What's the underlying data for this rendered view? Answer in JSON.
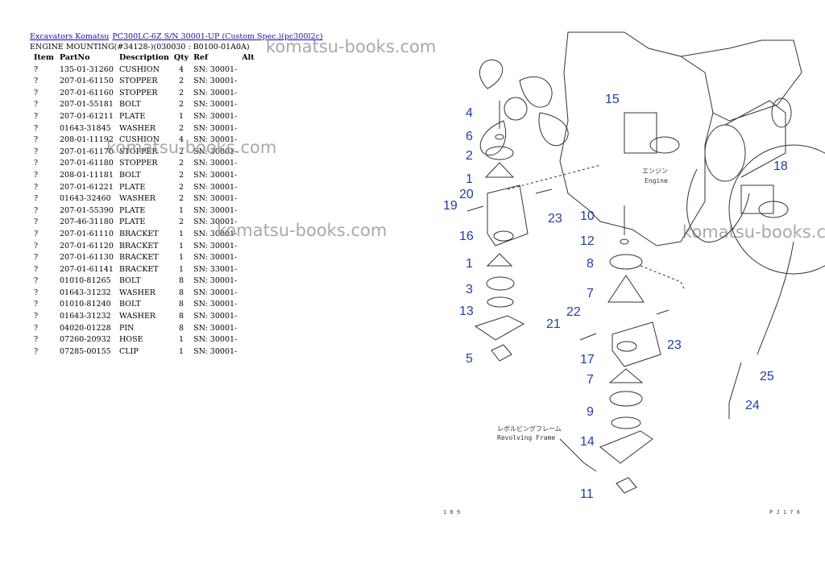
{
  "breadcrumb": {
    "links": [
      "Excavators Komatsu",
      "PC300LC-6Z S/N 30001-UP (Custom Spec.)(pc300l2c)"
    ]
  },
  "section_title": "ENGINE MOUNTING(#34128-)(030030 : B0100-01A0A)",
  "table": {
    "headers": [
      "Item",
      "PartNo",
      "Description",
      "Qty",
      "Ref",
      "Alt"
    ],
    "rows": [
      [
        "?",
        "135-01-31260",
        "CUSHION",
        "4",
        "SN: 30001-",
        ""
      ],
      [
        "?",
        "207-01-61150",
        "STOPPER",
        "2",
        "SN: 30001-",
        ""
      ],
      [
        "?",
        "207-01-61160",
        "STOPPER",
        "2",
        "SN: 30001-",
        ""
      ],
      [
        "?",
        "207-01-55181",
        "BOLT",
        "2",
        "SN: 30001-",
        ""
      ],
      [
        "?",
        "207-01-61211",
        "PLATE",
        "1",
        "SN: 30001-",
        ""
      ],
      [
        "?",
        "01643-31845",
        "WASHER",
        "2",
        "SN: 30001-",
        ""
      ],
      [
        "?",
        "208-01-11192",
        "CUSHION",
        "4",
        "SN: 30001-",
        ""
      ],
      [
        "?",
        "207-01-61170",
        "STOPPER",
        "2",
        "SN: 30001-",
        ""
      ],
      [
        "?",
        "207-01-61180",
        "STOPPER",
        "2",
        "SN: 30001-",
        ""
      ],
      [
        "?",
        "208-01-11181",
        "BOLT",
        "2",
        "SN: 30001-",
        ""
      ],
      [
        "?",
        "207-01-61221",
        "PLATE",
        "2",
        "SN: 30001-",
        ""
      ],
      [
        "?",
        "01643-32460",
        "WASHER",
        "2",
        "SN: 30001-",
        ""
      ],
      [
        "?",
        "207-01-55390",
        "PLATE",
        "1",
        "SN: 30001-",
        ""
      ],
      [
        "?",
        "207-46-31180",
        "PLATE",
        "2",
        "SN: 30001-",
        ""
      ],
      [
        "?",
        "207-01-61110",
        "BRACKET",
        "1",
        "SN: 30001-",
        ""
      ],
      [
        "?",
        "207-01-61120",
        "BRACKET",
        "1",
        "SN: 30001-",
        ""
      ],
      [
        "?",
        "207-01-61130",
        "BRACKET",
        "1",
        "SN: 30001-",
        ""
      ],
      [
        "?",
        "207-01-61141",
        "BRACKET",
        "1",
        "SN: 33001-",
        ""
      ],
      [
        "?",
        "01010-81265",
        "BOLT",
        "8",
        "SN: 30001-",
        ""
      ],
      [
        "?",
        "01643-31232",
        "WASHER",
        "8",
        "SN: 30001-",
        ""
      ],
      [
        "?",
        "01010-81240",
        "BOLT",
        "8",
        "SN: 30001-",
        ""
      ],
      [
        "?",
        "01643-31232",
        "WASHER",
        "8",
        "SN: 30001-",
        ""
      ],
      [
        "?",
        "04020-01228",
        "PIN",
        "8",
        "SN: 30001-",
        ""
      ],
      [
        "?",
        "07260-20932",
        "HOSE",
        "1",
        "SN: 30001-",
        ""
      ],
      [
        "?",
        "07285-00155",
        "CLIP",
        "1",
        "SN: 30001-",
        ""
      ]
    ]
  },
  "watermarks": [
    "komatsu-books.com",
    "komatsu-books.com",
    "komatsu-books.com",
    "komatsu-books.com"
  ],
  "diagram": {
    "callouts": [
      "4",
      "6",
      "2",
      "1",
      "20",
      "19",
      "16",
      "23",
      "1",
      "3",
      "13",
      "5",
      "15",
      "18",
      "10",
      "12",
      "8",
      "7",
      "22",
      "21",
      "17",
      "23",
      "7",
      "9",
      "14",
      "11",
      "25",
      "24"
    ],
    "engine_label_jp": "エンジン",
    "engine_label": "Engine",
    "frame_label_jp": "レボルビングフレーム",
    "frame_label": "Revolving Frame",
    "page_left": "1 8 9",
    "page_right": "P J 1 7 6"
  },
  "colors": {
    "link": "#1a0dab",
    "callout": "#1f3fa8",
    "watermark": "#9a9a9a"
  }
}
